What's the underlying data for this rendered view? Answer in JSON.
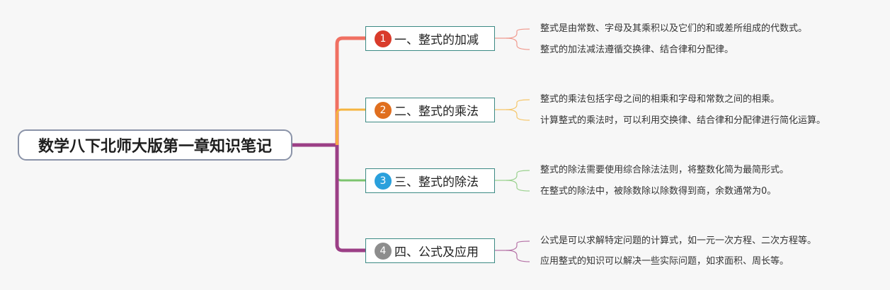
{
  "root": {
    "title": "数学八下北师大版第一章知识笔记"
  },
  "branches": [
    {
      "number": "1",
      "title": "一、整式的加减",
      "color": "#f07062",
      "badge_color": "#d93b2b",
      "leaves": [
        "整式是由常数、字母及其乘积以及它们的和或差所组成的代数式。",
        "整式的加法减法遵循交换律、结合律和分配律。"
      ]
    },
    {
      "number": "2",
      "title": "二、整式的乘法",
      "color": "#f5b540",
      "badge_color": "#e06f1f",
      "leaves": [
        "整式的乘法包括字母之间的相乘和字母和常数之间的相乘。",
        "计算整式的乘法时，可以利用交换律、结合律和分配律进行简化运算。"
      ]
    },
    {
      "number": "3",
      "title": "三、整式的除法",
      "color": "#7cc46e",
      "badge_color": "#2aa0dc",
      "leaves": [
        "整式的除法需要使用综合除法法则，将整数化简为最简形式。",
        "在整式的除法中，被除数除以除数得到商，余数通常为0。"
      ]
    },
    {
      "number": "4",
      "title": "四、公式及应用",
      "color": "#9b3f86",
      "badge_color": "#8d8d8d",
      "leaves": [
        "公式是可以求解特定问题的计算式，如一元一次方程、二次方程等。",
        "应用整式的知识可以解决一些实际问题，如求面积、周长等。"
      ]
    }
  ]
}
